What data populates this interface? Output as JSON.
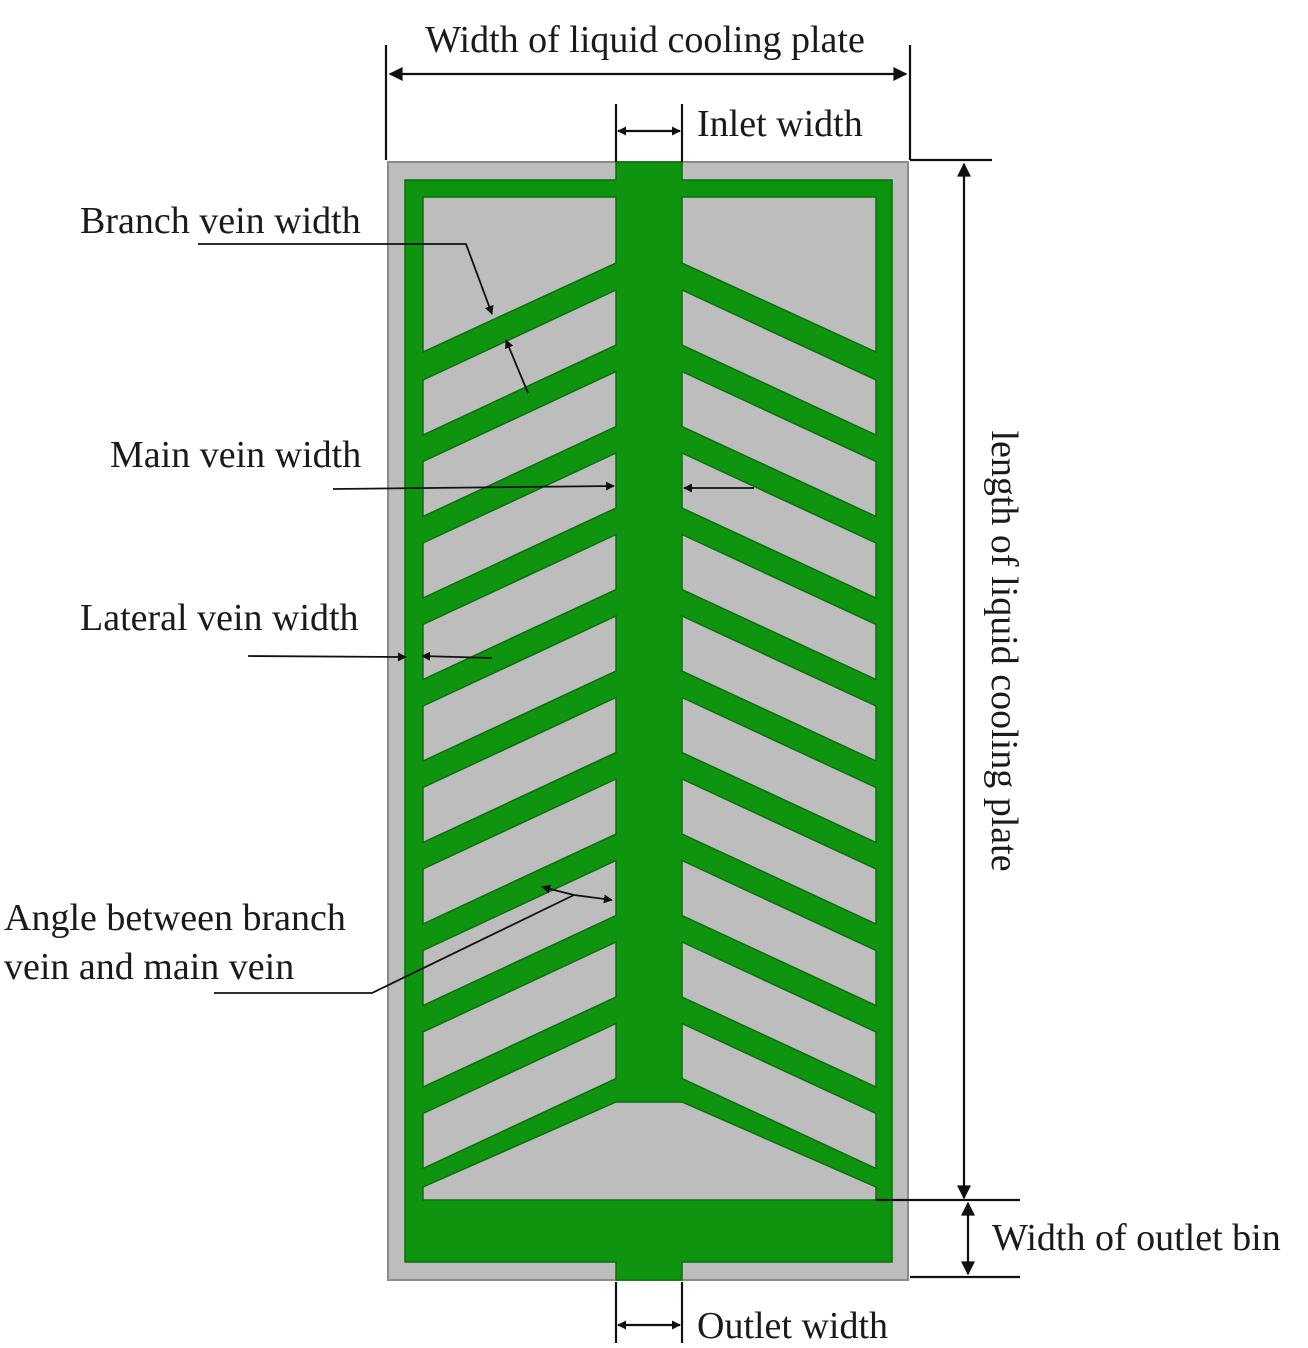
{
  "colors": {
    "plate": "#bdbdbd",
    "plate_border": "#8c8c8c",
    "channel": "#0f9410",
    "channel_edge": "#0a6e0b",
    "annotation": "#111111"
  },
  "labels": {
    "plate_width": "Width of liquid cooling plate",
    "inlet_width": "Inlet width",
    "branch_vein_width": "Branch vein width",
    "main_vein_width": "Main vein width",
    "lateral_vein_width": "Lateral vein width",
    "angle_line1": "Angle between branch",
    "angle_line2": "vein and main vein",
    "plate_length": "length of liquid cooling plate",
    "outlet_bin_width": "Width of outlet bin",
    "outlet_width": "Outlet width"
  }
}
